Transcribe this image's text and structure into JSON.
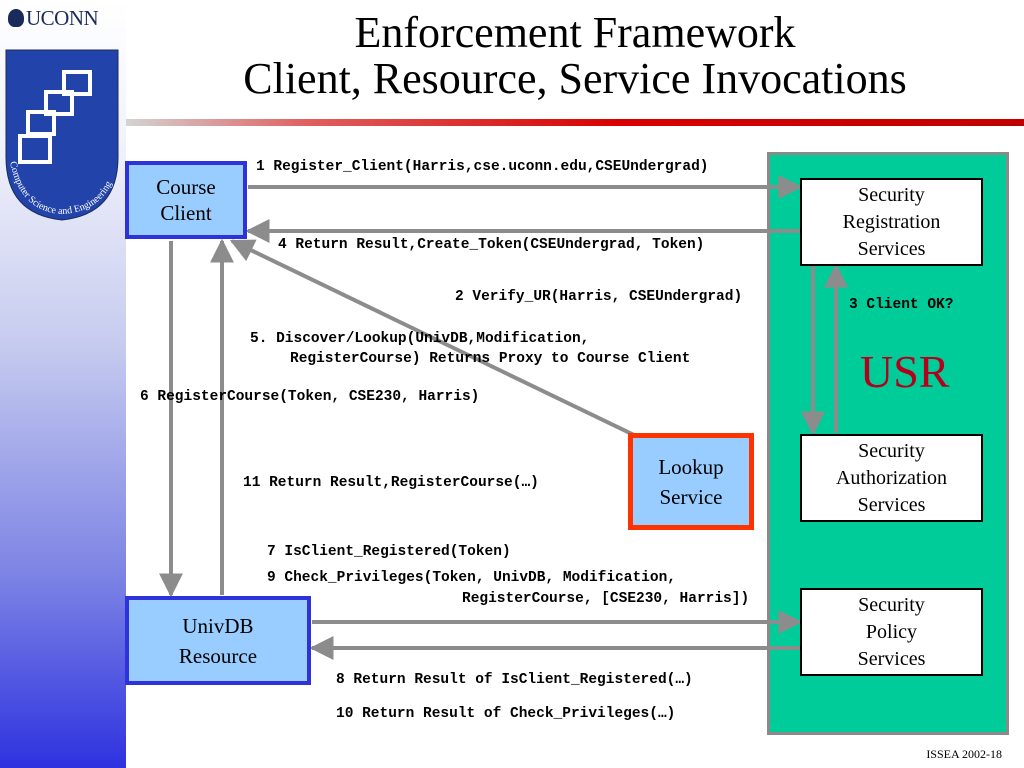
{
  "header": {
    "logo_text": "UCONN",
    "dept_text": "Computer Science and Engineering",
    "title_line1": "Enforcement Framework",
    "title_line2": "Client, Resource, Service Invocations"
  },
  "nodes": {
    "course_client": "Course\nClient",
    "univdb_resource": "UnivDB\nResource",
    "lookup_service": "Lookup\nService",
    "sec_registration": "Security\nRegistration\nServices",
    "sec_authorization": "Security\nAuthorization\nServices",
    "sec_policy": "Security\nPolicy\nServices",
    "usr_label": "USR"
  },
  "messages": {
    "m1": "1 Register_Client(Harris,cse.uconn.edu,CSEUndergrad)",
    "m2": "2 Verify_UR(Harris, CSEUndergrad)",
    "m3": "3 Client OK?",
    "m4": "4 Return Result,Create_Token(CSEUndergrad, Token)",
    "m5_line1": "5. Discover/Lookup(UnivDB,Modification,",
    "m5_line2": "RegisterCourse) Returns Proxy to Course Client",
    "m6": "6 RegisterCourse(Token, CSE230, Harris)",
    "m7": "7 IsClient_Registered(Token)",
    "m8": "8 Return Result of IsClient_Registered(…)",
    "m9_line1": "9 Check_Privileges(Token, UnivDB, Modification,",
    "m9_line2": "RegisterCourse, [CSE230, Harris])",
    "m10": "10 Return Result of Check_Privileges(…)",
    "m11": "11 Return Result,RegisterCourse(…)"
  },
  "footer": {
    "slide_id": "ISSEA 2002-18"
  },
  "colors": {
    "box_fill": "#99ccff",
    "box_border_blue": "#2e32d8",
    "lookup_border": "#ff3300",
    "usr_region": "#00cc99",
    "usr_text": "#b3001b",
    "arrow": "#8c8c8c",
    "title_rule": "#d80000"
  }
}
